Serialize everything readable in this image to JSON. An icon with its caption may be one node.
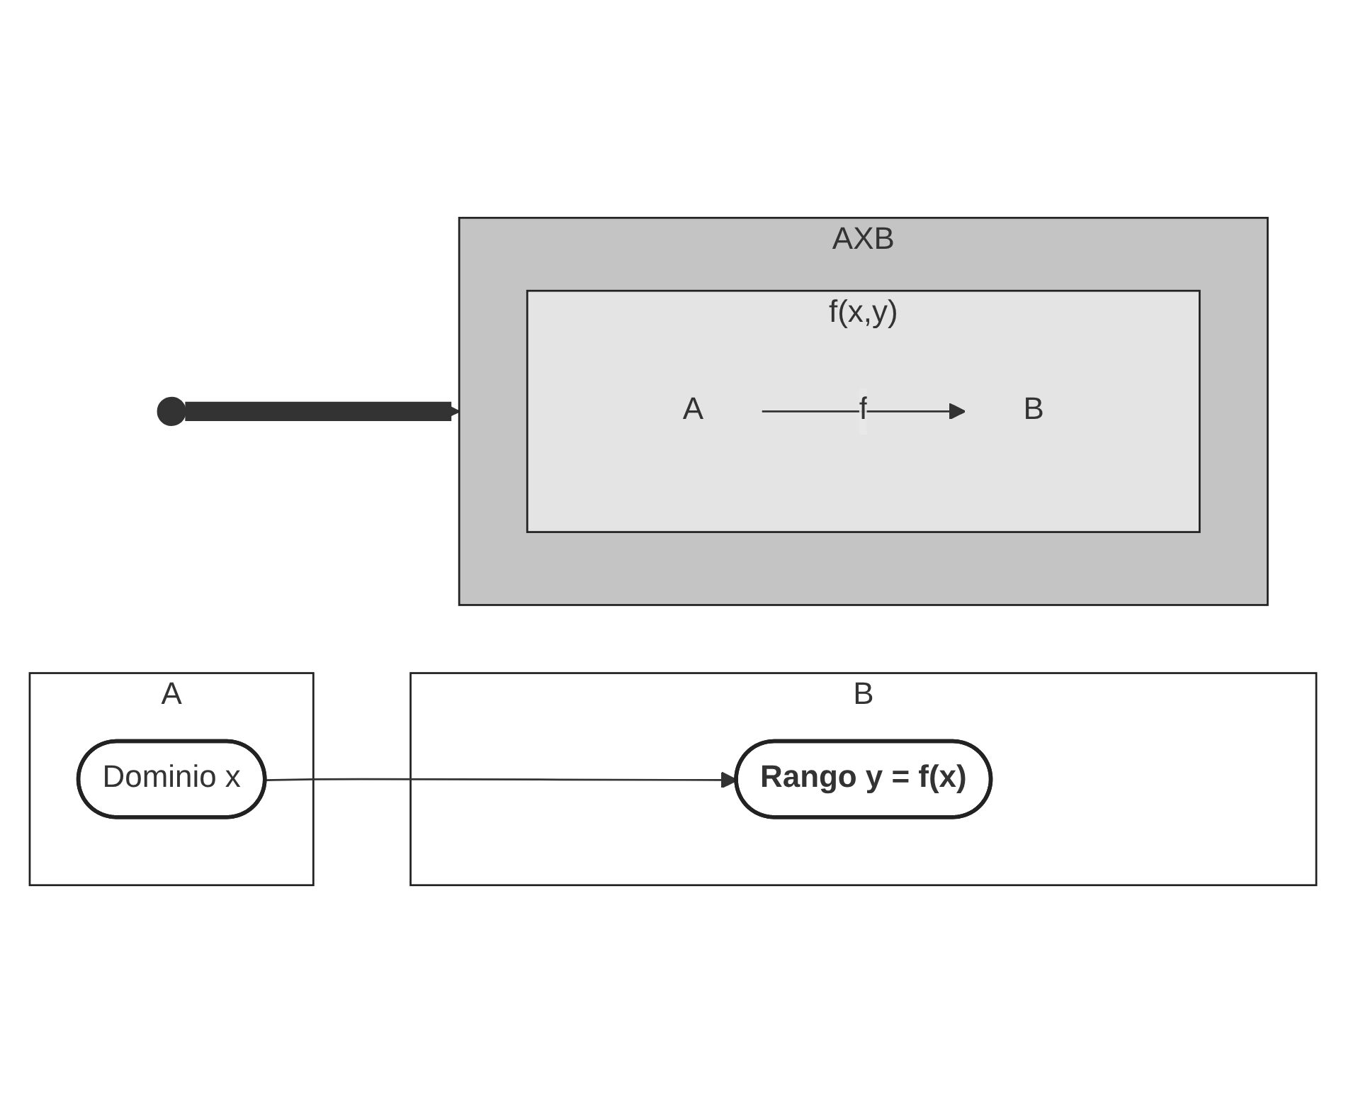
{
  "diagram": {
    "nodes": [
      {
        "text": [
          "A"
        ]
      },
      {
        "text": [
          "Dominio x"
        ],
        "in": 0
      },
      {
        "text": [
          "B"
        ]
      },
      {
        "text": [
          "Rango y = f(x)"
        ],
        "in": 2
      },
      {
        "text": [
          "AXB"
        ]
      },
      {
        "text": [
          "f(x,y)"
        ],
        "in": 4
      },
      {
        "text": [
          "A"
        ],
        "in": 5
      },
      {
        "text": [
          "B"
        ],
        "in": 5
      }
    ],
    "edges": [
      {
        "from": 1,
        "to": 3,
        "arrow": "to"
      },
      {
        "from": null,
        "to": 4,
        "arrow": "to",
        "style": "thick"
      },
      {
        "from": 6,
        "to": 7,
        "arrow": "to",
        "label": "f"
      }
    ]
  }
}
